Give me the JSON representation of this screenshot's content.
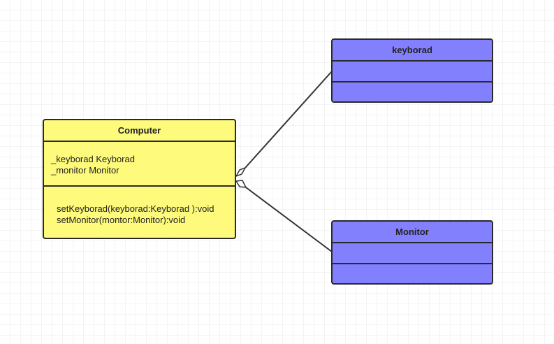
{
  "colors": {
    "class_fill": "#fdfa7c",
    "dependency_fill": "#8380fd",
    "border": "#2a2a2a",
    "grid": "#e6e6e6"
  },
  "classes": {
    "computer": {
      "name": "Computer",
      "attributes": [
        "_keyborad Keyborad",
        "_monitor Monitor"
      ],
      "methods": [
        "setKeyborad(keyborad:Keyborad ):void",
        "setMonitor(montor:Monitor):void"
      ]
    },
    "keyboard": {
      "name": "keyborad"
    },
    "monitor": {
      "name": "Monitor"
    }
  },
  "relations": [
    {
      "from": "Computer",
      "to": "keyborad",
      "type": "aggregation"
    },
    {
      "from": "Computer",
      "to": "Monitor",
      "type": "aggregation"
    }
  ]
}
